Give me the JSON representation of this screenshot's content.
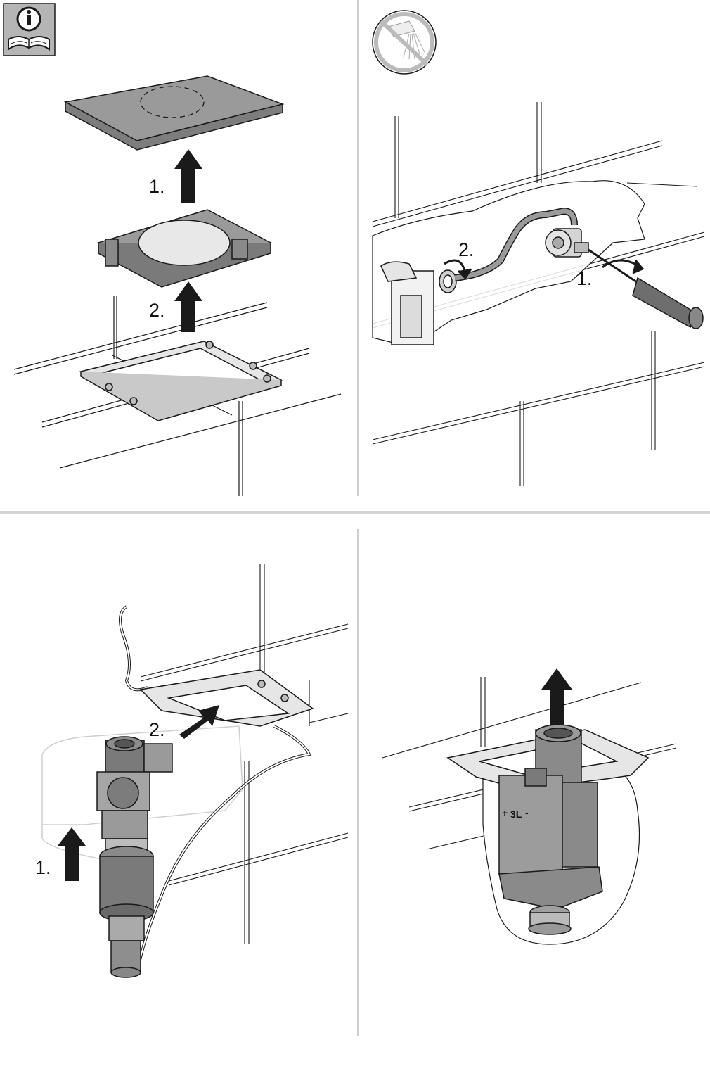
{
  "panels": {
    "top_left": {
      "icon": "read-manual-icon",
      "steps": [
        "1.",
        "2."
      ]
    },
    "top_right": {
      "icon": "water-off-icon",
      "steps": [
        "2.",
        "1."
      ]
    },
    "bottom_left": {
      "steps": [
        "2.",
        "1."
      ]
    },
    "bottom_right": {
      "valve_marks": [
        "+",
        "3L",
        "-"
      ]
    }
  },
  "colors": {
    "line": "#1a1a1a",
    "grey_fill": "#9a9a9a",
    "dark_fill": "#6e6e6e",
    "divider": "#d4d4d4"
  }
}
